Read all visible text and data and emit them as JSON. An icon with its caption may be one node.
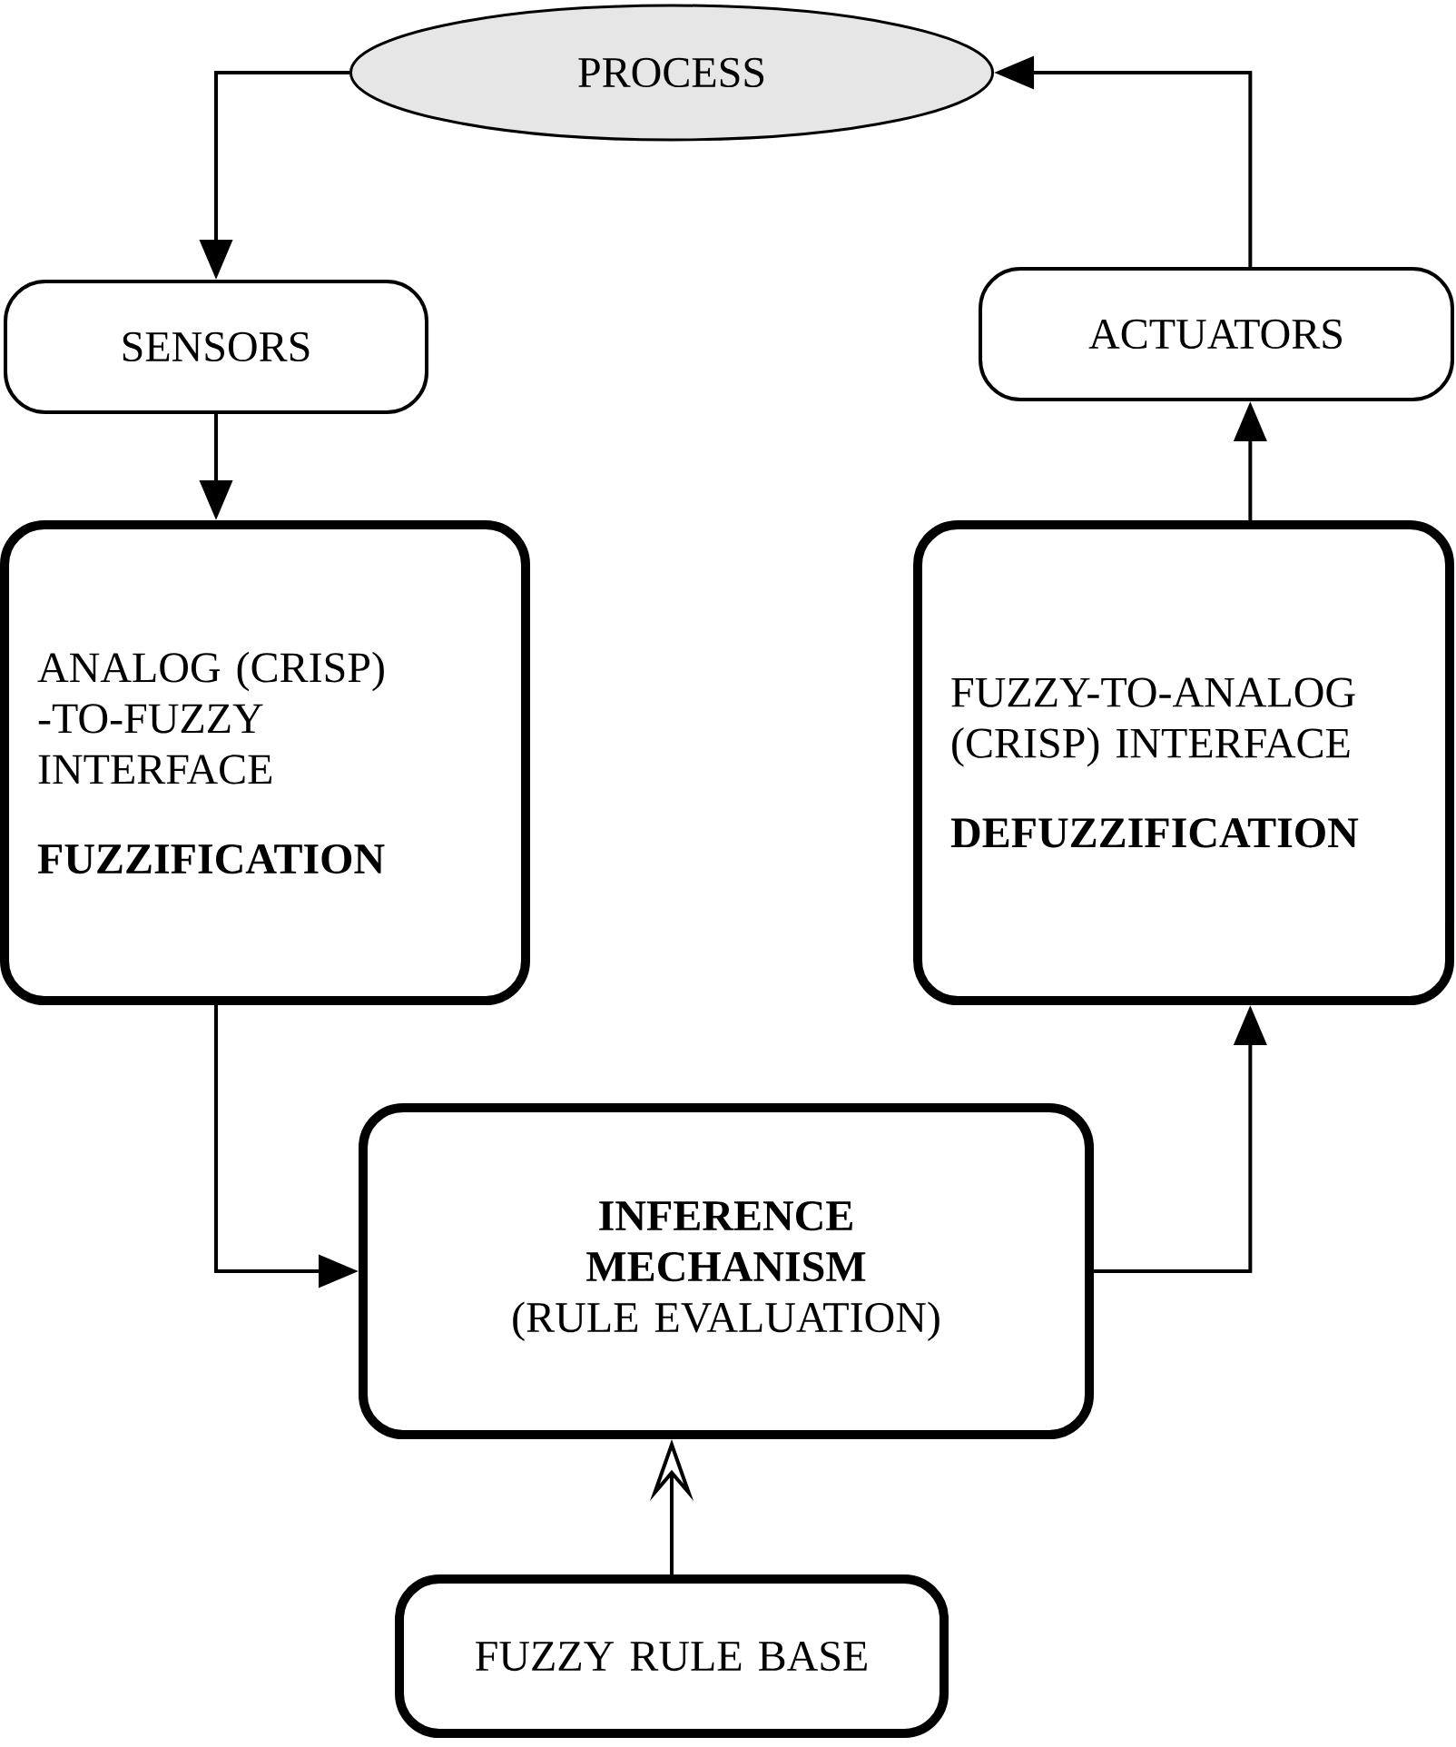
{
  "diagram": {
    "nodes": [
      {
        "text": [
          "PROCESS"
        ]
      },
      {
        "text": [
          "SENSORS"
        ]
      },
      {
        "text": [
          "ACTUATORS"
        ]
      },
      {
        "text": [
          "ANALOG (CRISP) -TO-FUZZY INTERFACE",
          "FUZZIFICATION"
        ]
      },
      {
        "text": [
          "FUZZY-TO-ANALOG (CRISP) INTERFACE",
          "DEFUZZIFICATION"
        ]
      },
      {
        "text": [
          "INFERENCE MECHANISM",
          "(RULE EVALUATION)"
        ]
      },
      {
        "text": [
          "FUZZY RULE BASE"
        ]
      }
    ],
    "edges": [
      {
        "from": 0,
        "to": 1,
        "arrow": "to"
      },
      {
        "from": 2,
        "to": 0,
        "arrow": "to"
      },
      {
        "from": 1,
        "to": 3,
        "arrow": "to"
      },
      {
        "from": 4,
        "to": 2,
        "arrow": "to"
      },
      {
        "from": 3,
        "to": 5,
        "arrow": "to"
      },
      {
        "from": 5,
        "to": 4,
        "arrow": "to"
      },
      {
        "from": 6,
        "to": 5,
        "arrow": "to"
      }
    ]
  }
}
